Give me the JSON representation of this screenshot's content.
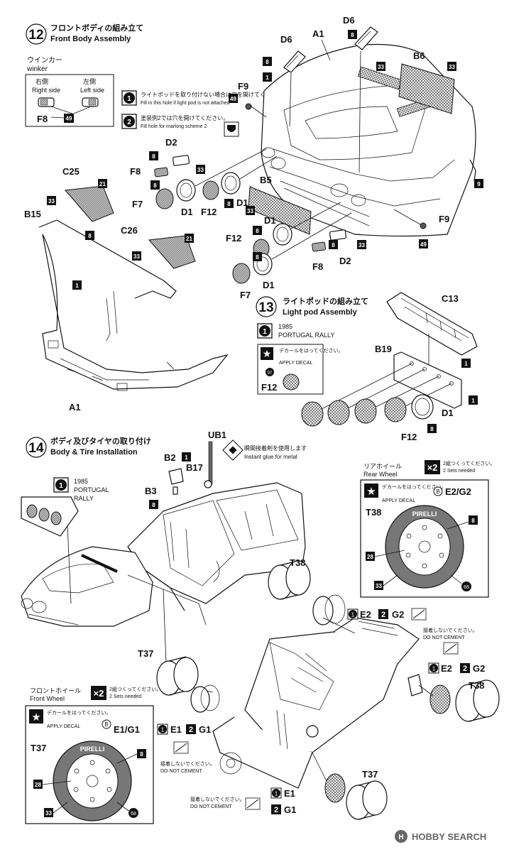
{
  "step12": {
    "number": "12",
    "title_jp": "フロントボディの組み立て",
    "title_en": "Front Body Assembly",
    "winker": {
      "title_jp": "ウインカー",
      "title_en": "winker",
      "right_jp": "右側",
      "right_en": "Right side",
      "left_jp": "左側",
      "left_en": "Left side",
      "part": "F8",
      "paint": "49"
    },
    "note1": {
      "badge": "1",
      "jp": "ライトポッドを取り付けない場合は穴を開けてください。",
      "en": "Fill in this hole if light pod is not attached"
    },
    "note2": {
      "badge": "2",
      "jp": "塗装例2では穴を開けてください。",
      "en": "Fill hole for marking scheme 2"
    },
    "parts": {
      "A1": "A1",
      "D6": "D6",
      "B6": "B6",
      "F9": "F9",
      "D2": "D2",
      "F8": "F8",
      "D1": "D1",
      "F7": "F7",
      "F12": "F12",
      "B5": "B5",
      "C25": "C25",
      "C26": "C26",
      "B15": "B15"
    },
    "paint": {
      "p8": "8",
      "p1": "1",
      "p9": "9",
      "p21": "21",
      "p33": "33",
      "p49": "49"
    }
  },
  "step13": {
    "number": "13",
    "title_jp": "ライトポッドの組み立て",
    "title_en": "Light pod Assembly",
    "rally_badge": "1",
    "rally_year": "1985",
    "rally_name": "PORTUGAL RALLY",
    "decal_jp": "デカールをはってください。",
    "decal_en": "APPLY DECAL",
    "decal_no": "97",
    "parts": {
      "C13": "C13",
      "B19": "B19",
      "D1": "D1",
      "F12": "F12",
      "F12b": "F12"
    },
    "paint": {
      "p1": "1",
      "p8": "8"
    }
  },
  "step14": {
    "number": "14",
    "title_jp": "ボディ及びタイヤの取り付け",
    "title_en": "Body & Tire Installation",
    "parts": {
      "UB1": "UB1",
      "B2": "B2",
      "B17": "B17",
      "B3": "B3",
      "T38": "T38",
      "T37": "T37",
      "E1": "E1",
      "G1": "G1",
      "E2": "E2",
      "G2": "G2"
    },
    "glue_jp": "瞬間接着剤を使用します",
    "glue_en": "Instant glue for metal",
    "rally_badge": "1",
    "rally_year": "1985",
    "rally_line1": "PORTUGAL",
    "rally_line2": "RALLY",
    "no_cement_jp": "接着しないでください。",
    "no_cement_en": "DO NOT CEMENT",
    "opt1": "1",
    "opt2": "2",
    "paint": {
      "p1": "1",
      "p8": "8"
    },
    "rear_wheel": {
      "title_jp": "リアホイール",
      "title_en": "Rear Wheel",
      "count": "×2",
      "sets_jp": "2組つくってください。",
      "sets_en": "2 Sets needed",
      "decal_jp": "デカールをはってください。",
      "decal_en": "APPLY DECAL",
      "marker": "B",
      "parts": "E2/G2",
      "tire": "T38",
      "brand": "PIRELLI",
      "p8": "8",
      "p28": "28",
      "p33": "33",
      "p68": "68"
    },
    "front_wheel": {
      "title_jp": "フロントホイール",
      "title_en": "Front Wheel",
      "count": "×2",
      "sets_jp": "2組つくってください。",
      "sets_en": "2 Sets needed",
      "decal_jp": "デカールをはってください。",
      "decal_en": "APPLY DECAL",
      "marker": "B",
      "parts": "E1/G1",
      "tire": "T37",
      "brand": "PIRELLI",
      "p8": "8",
      "p28": "28",
      "p33": "33",
      "p68": "68"
    }
  },
  "watermark": "HOBBY SEARCH"
}
